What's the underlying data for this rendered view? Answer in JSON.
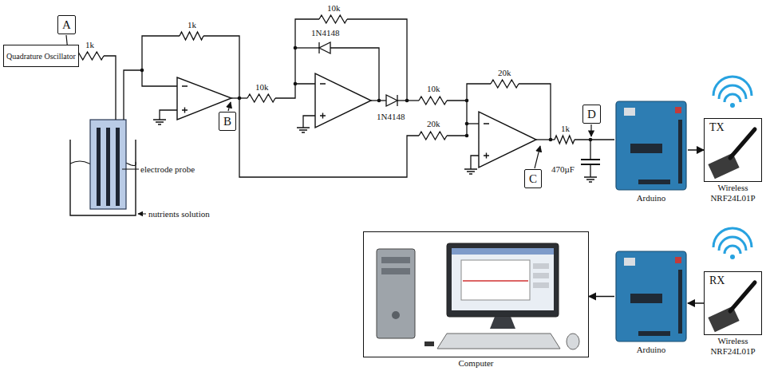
{
  "diagram": {
    "nodes": [
      {
        "text": [
          "Quadrature Oscillator"
        ]
      },
      {
        "text": [
          "A"
        ]
      },
      {
        "text": [
          "B"
        ]
      },
      {
        "text": [
          "C"
        ]
      },
      {
        "text": [
          "D"
        ]
      },
      {
        "text": [
          "Arduino"
        ]
      },
      {
        "text": [
          "TX",
          "Wireless NRF24L01P"
        ]
      },
      {
        "text": [
          "Computer"
        ]
      },
      {
        "text": [
          "Arduino"
        ]
      },
      {
        "text": [
          "RX",
          "Wireless NRF24L01P"
        ]
      }
    ],
    "edges": [
      {
        "from": 5,
        "to": 6,
        "arrow": "to"
      },
      {
        "from": 9,
        "to": 8,
        "arrow": "to"
      },
      {
        "from": 8,
        "to": 7,
        "arrow": "to"
      }
    ],
    "labels": [
      "1k",
      "1k",
      "10k",
      "10k",
      "1N4148",
      "1N4148",
      "10k",
      "20k",
      "20k",
      "1k",
      "470µF",
      "electrode probe",
      "nutrients solution"
    ]
  }
}
